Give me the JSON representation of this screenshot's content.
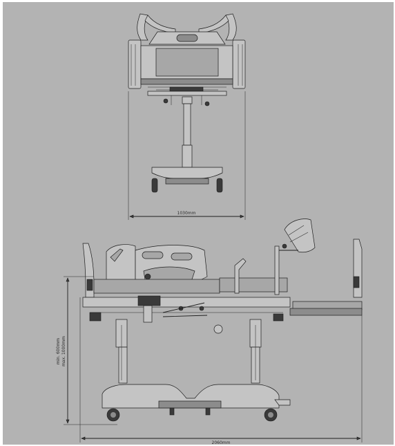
{
  "dimensions": {
    "width_label": "1030mm",
    "length_label": "2060mm",
    "height_label_min": "min. 600mm",
    "height_label_max": "max. 1000mm"
  },
  "colors": {
    "background": "#b3b3b3",
    "line": "#1c1c1c"
  }
}
